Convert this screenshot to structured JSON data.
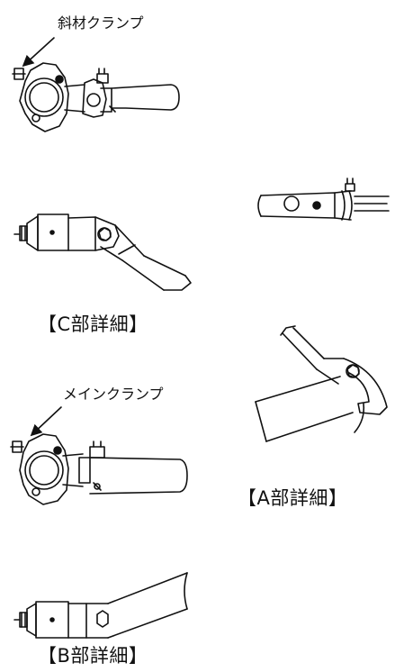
{
  "callouts": {
    "diagonal_clamp": "斜材クランプ",
    "main_clamp": "メインクランプ"
  },
  "captions": {
    "detail_c": "【C部詳細】",
    "detail_a": "【A部詳細】",
    "detail_b": "【B部詳細】"
  },
  "colors": {
    "line": "#111111",
    "background": "#ffffff"
  }
}
